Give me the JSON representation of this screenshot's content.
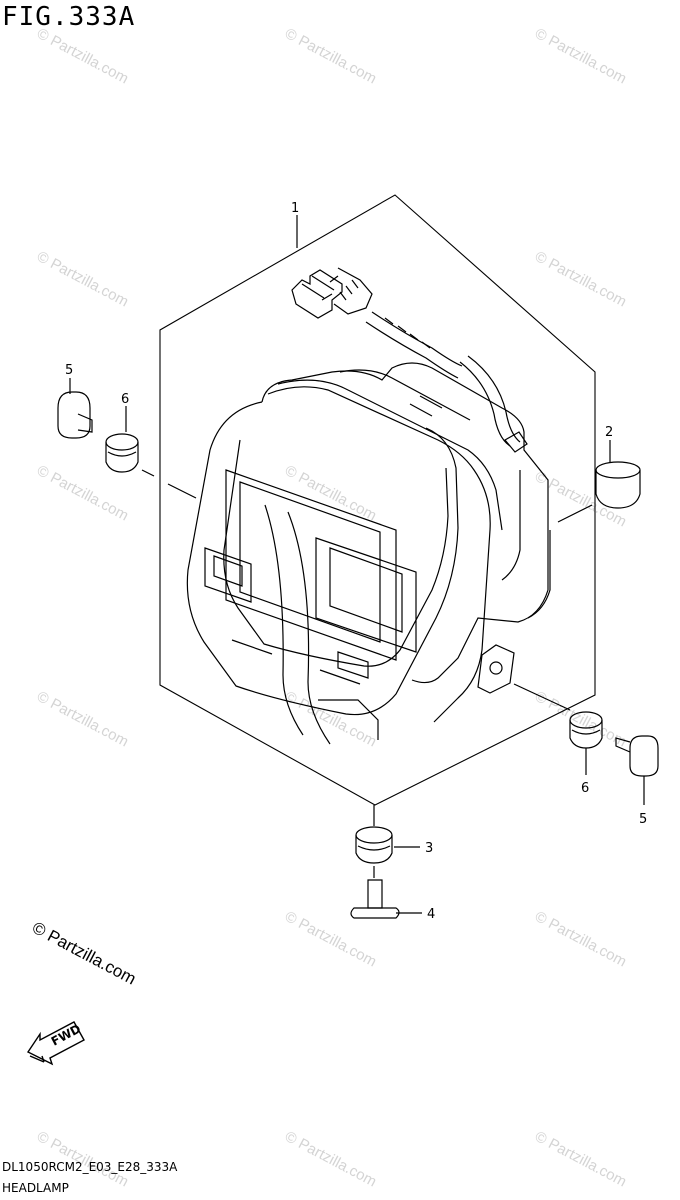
{
  "figure": {
    "title": "FIG.333A",
    "model_code": "DL1050RCM2_E03_E28_333A",
    "section_name": "HEADLAMP",
    "copyright": "© Partzilla.com",
    "watermark": "© Partzilla.com",
    "fwd_label": "FWD"
  },
  "callouts": [
    {
      "id": "1",
      "label": "1"
    },
    {
      "id": "2",
      "label": "2"
    },
    {
      "id": "3",
      "label": "3"
    },
    {
      "id": "4",
      "label": "4"
    },
    {
      "id": "5a",
      "label": "5"
    },
    {
      "id": "6a",
      "label": "6"
    },
    {
      "id": "6b",
      "label": "6"
    },
    {
      "id": "5b",
      "label": "5"
    }
  ]
}
